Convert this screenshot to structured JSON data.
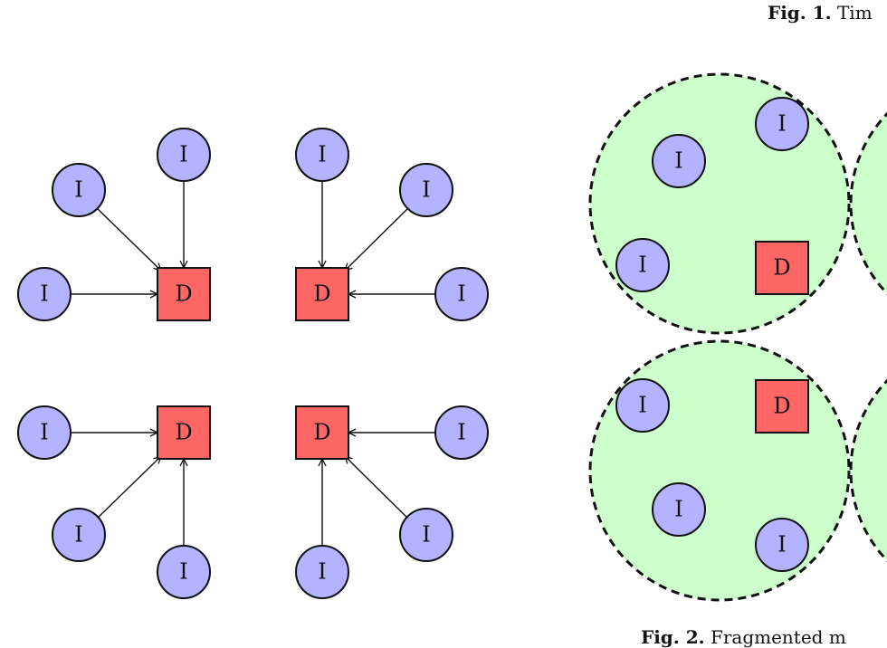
{
  "captions": {
    "fig1": {
      "label": "Fig. 1.",
      "text": "Tim"
    },
    "fig2": {
      "label": "Fig. 2.",
      "text": "Fragmented m"
    }
  },
  "node_labels": {
    "independent": "I",
    "dependent": "D"
  },
  "colors": {
    "independent_fill": "#b3b3ff",
    "dependent_fill": "#ff6666",
    "region_fill": "#ccffcc",
    "stroke": "#111111"
  }
}
